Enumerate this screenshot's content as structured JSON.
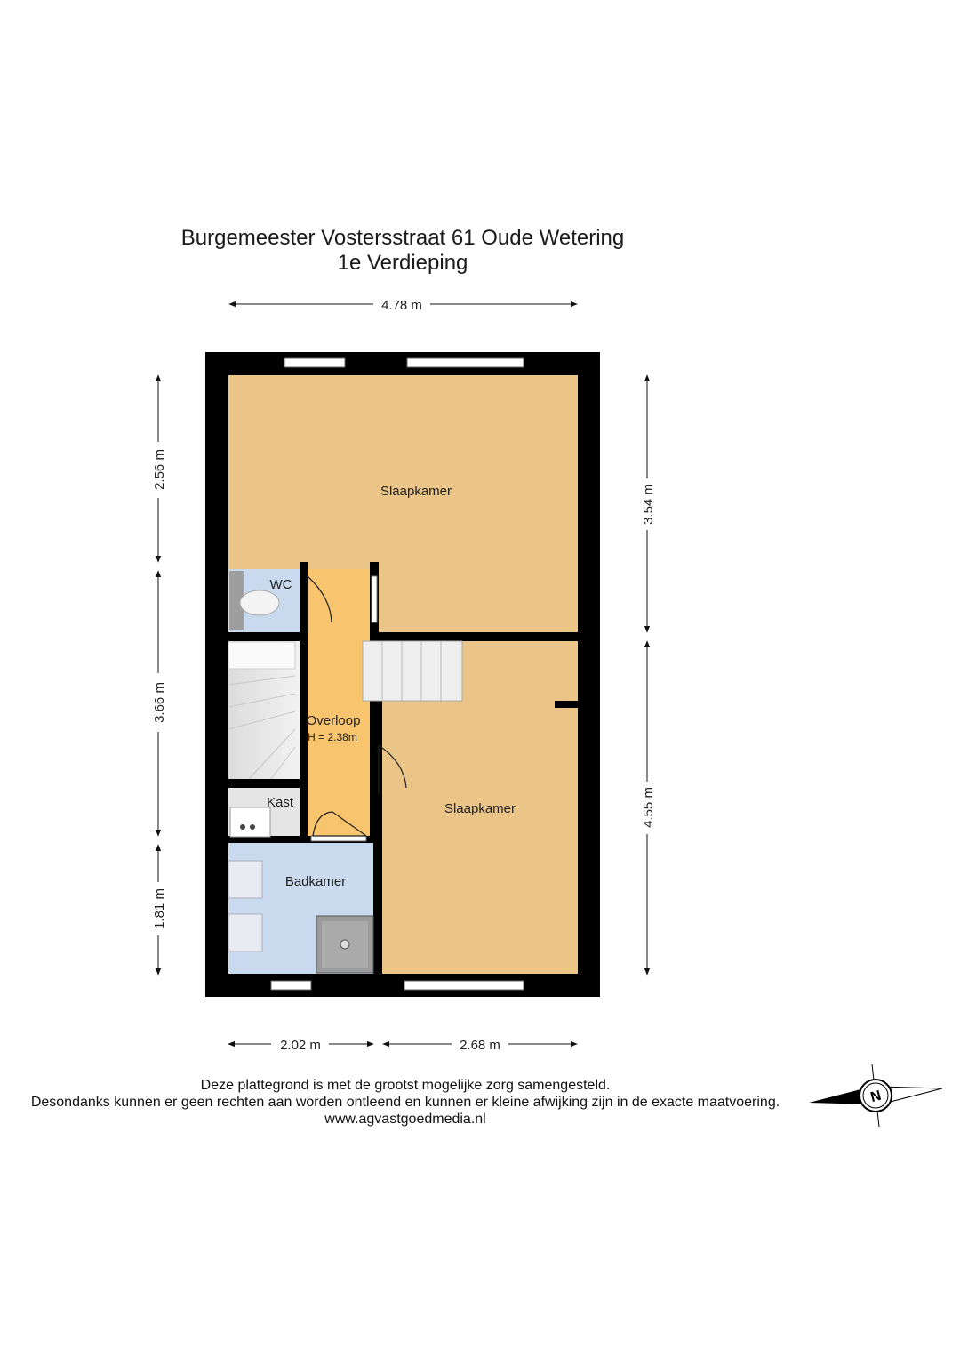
{
  "header": {
    "address": "Burgemeester Vostersstraat 61 Oude Wetering",
    "floor": "1e Verdieping"
  },
  "dimensions": {
    "top_width": "4.78 m",
    "left_top": "2.56 m",
    "left_middle": "3.66 m",
    "left_bottom": "1.81 m",
    "right_top": "3.54 m",
    "right_bottom": "4.55 m",
    "bottom_left": "2.02 m",
    "bottom_right": "2.68 m"
  },
  "rooms": {
    "slaapkamer_top": "Slaapkamer",
    "wc": "WC",
    "overloop": "Overloop",
    "overloop_height": "H = 2.38m",
    "kast": "Kast",
    "slaapkamer_bottom": "Slaapkamer",
    "badkamer": "Badkamer"
  },
  "footer": {
    "line1": "Deze plattegrond is met de grootst mogelijke zorg samengesteld.",
    "line2": "Desondanks kunnen er geen rechten aan worden ontleend en kunnen er kleine afwijking zijn in de exacte maatvoering.",
    "url": "www.agvastgoedmedia.nl"
  },
  "compass": {
    "letter": "N",
    "icon": "compass-icon"
  },
  "colors": {
    "bedroom": "#ebc487",
    "landing": "#f8c46e",
    "wet_room": "#c9daef",
    "wall": "#000000",
    "stair": "#e6e6e6"
  }
}
